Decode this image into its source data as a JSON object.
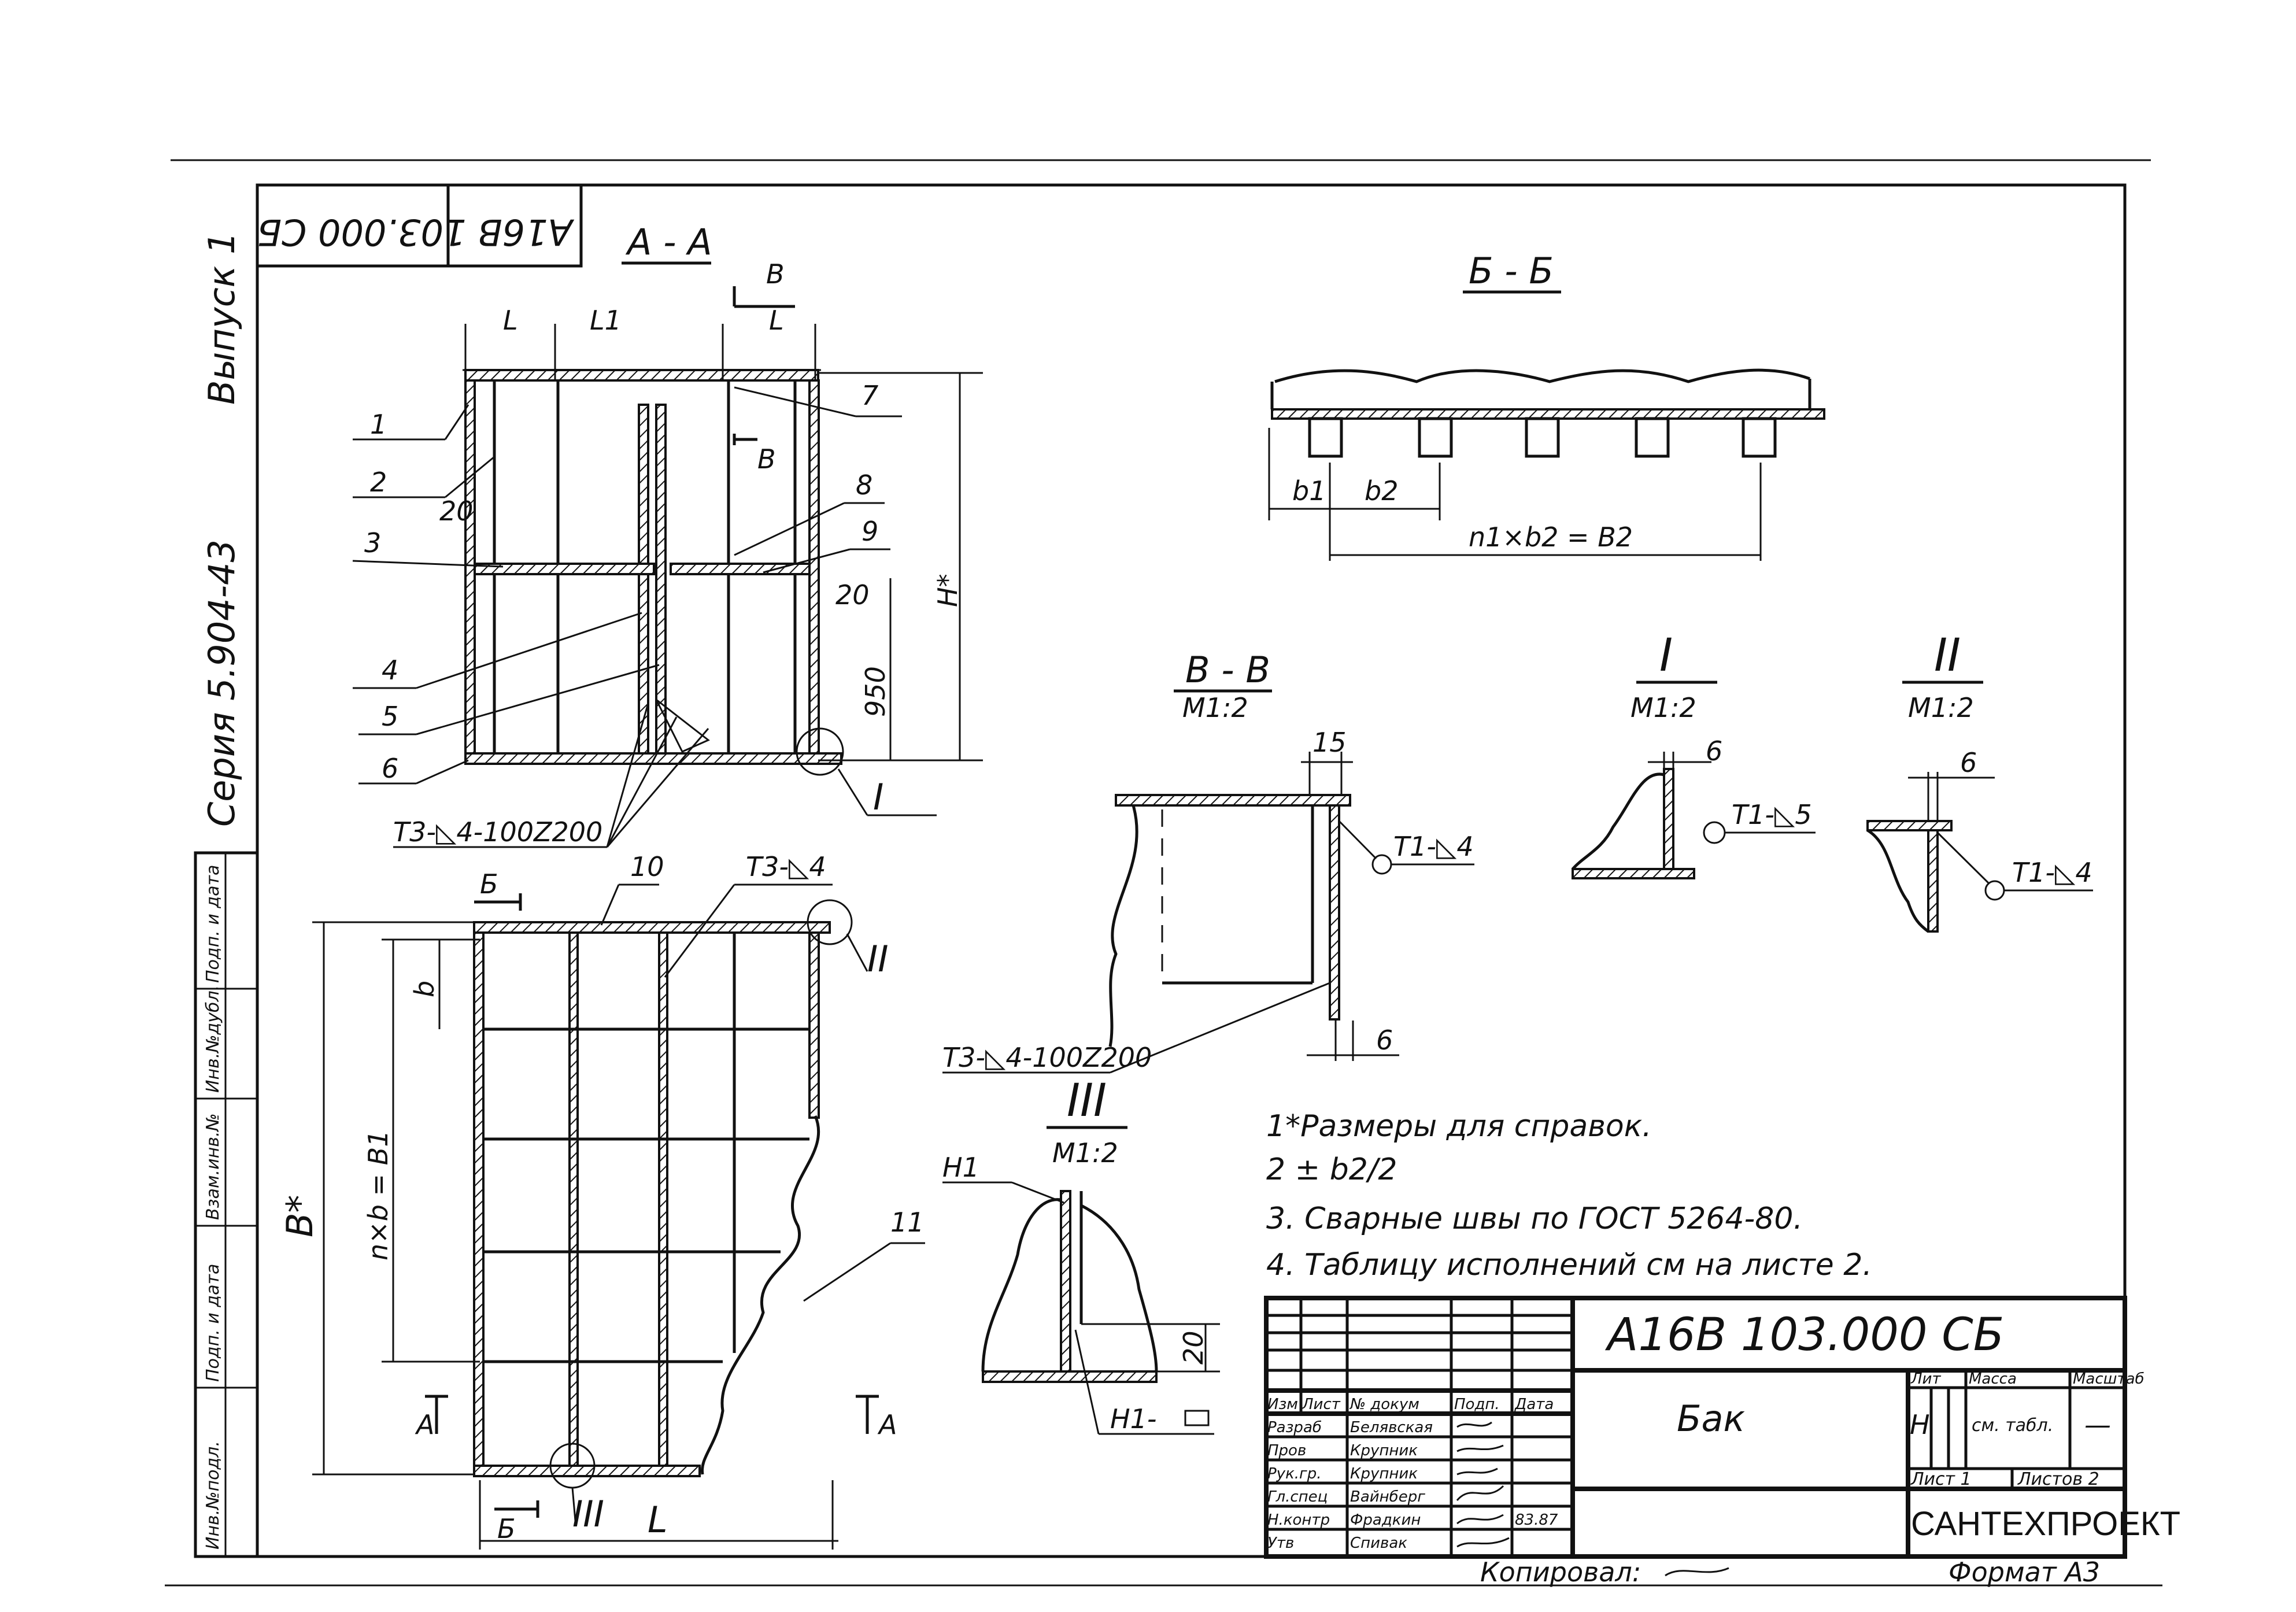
{
  "top_stamp": "А16В 103.000 СБ",
  "side": {
    "vypusk": "Выпуск 1",
    "seria": "Серия 5.904-43",
    "col_1": "Инв.№подл.",
    "col_2": "Подп. и дата",
    "col_3": "Взам.инв.№",
    "col_4": "Инв.№дубл.",
    "col_5": "Подп. и дата"
  },
  "views": {
    "section_aa": "А - А",
    "section_bb_top": "Б - Б",
    "section_vv": "В - В",
    "section_vv_scale": "М1:2",
    "detail_1": "I",
    "detail_1_scale": "М1:2",
    "detail_2": "II",
    "detail_2_scale": "М1:2",
    "detail_3": "III",
    "detail_3_scale": "М1:2"
  },
  "callouts": [
    "1",
    "2",
    "3",
    "4",
    "5",
    "6",
    "7",
    "8",
    "9",
    "10",
    "11"
  ],
  "dims": {
    "L": "L",
    "L1": "L1",
    "L_right": "L",
    "H": "H*",
    "d950": "950",
    "d20a": "20",
    "d20b": "20",
    "d20c": "20",
    "d15": "15",
    "d6a": "6",
    "d6b": "6",
    "d6c": "6",
    "b": "b",
    "nxb": "n×b = B1",
    "Bstar": "B*",
    "Lbottom": "L",
    "b1": "b1",
    "b2": "b2",
    "n1b2": "n1×b2 = B2",
    "V": "В",
    "B_section": "Б",
    "A_section": "А"
  },
  "welds": {
    "w1": "Т3-◺4-100Z200",
    "w2": "Т3-◺4",
    "w3": "Т1-◺4",
    "w4": "Т3-◺4-100Z200",
    "w5": "Т1-◺5",
    "w6": "Т1-◺4",
    "h1": "Н1",
    "h1b": "Н1-"
  },
  "notes": [
    "1*Размеры для справок.",
    "2 ± b2/2",
    "3. Сварные швы по ГОСТ 5264-80.",
    "4. Таблицу исполнений см на листе 2."
  ],
  "title_block": {
    "designation": "А16В 103.000 СБ",
    "name": "Бак",
    "lit_label": "Лит",
    "massa_label": "Масса",
    "masshtab_label": "Масштаб",
    "lit_value": "Н",
    "massa_value": "см. табл.",
    "masshtab_value": "—",
    "list_label": "Лист 1",
    "listov_label": "Листов 2",
    "org": "САНТЕХПРОЕКТ",
    "head": [
      "Изм",
      "Лист",
      "№ докум",
      "Подп.",
      "Дата"
    ],
    "rows": [
      {
        "role": "Разраб",
        "name": "Белявская"
      },
      {
        "role": "Пров",
        "name": "Крупник"
      },
      {
        "role": "Рук.гр.",
        "name": "Крупник"
      },
      {
        "role": "Гл.спец",
        "name": "Вайнберг"
      },
      {
        "role": "Н.контр",
        "name": "Фрадкин"
      },
      {
        "role": "Утв",
        "name": "Спивак"
      }
    ],
    "date_mark": "83.87"
  },
  "footer": {
    "kopiroval": "Копировал:",
    "format": "Формат А3"
  }
}
